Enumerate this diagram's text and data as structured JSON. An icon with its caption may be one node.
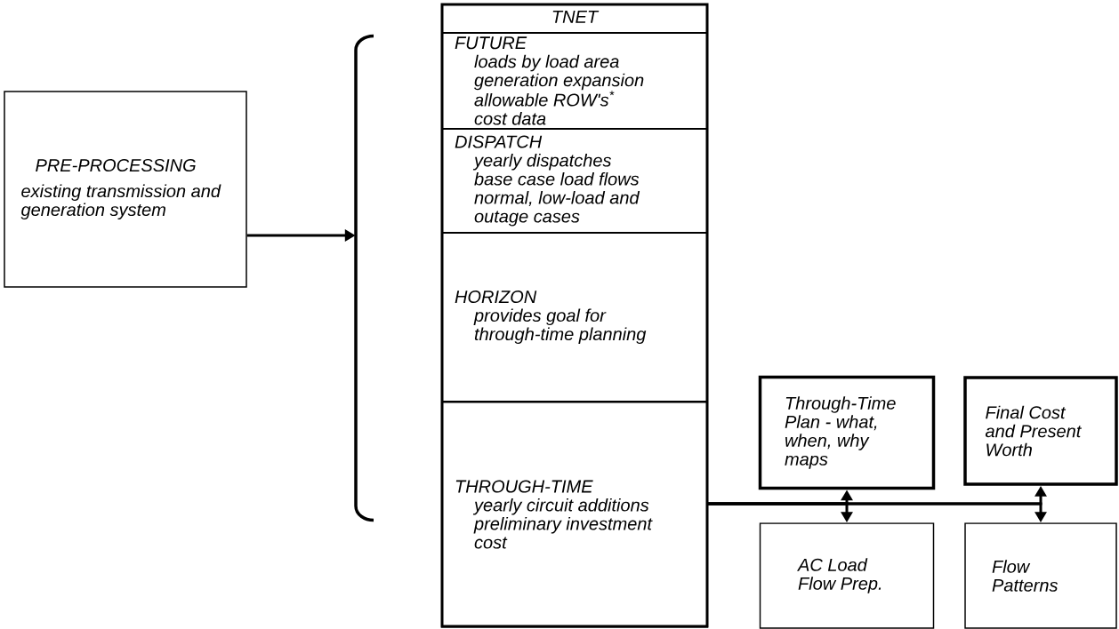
{
  "diagram": {
    "nodes": [
      {
        "text": [
          "PRE-PROCESSING",
          "existing transmission and generation system"
        ]
      },
      {
        "text": [],
        "shape": "bracket"
      },
      {
        "text": [
          "TNET"
        ]
      },
      {
        "text": [
          "FUTURE",
          "loads by load area",
          "generation expansion",
          "allowable ROW's$^{*}$",
          "cost data"
        ],
        "in": 2
      },
      {
        "text": [
          "DISPATCH",
          "yearly dispatches",
          "base case load flows",
          "normal, low-load and outage cases"
        ],
        "in": 2
      },
      {
        "text": [
          "HORIZON",
          "provides goal for through-time planning"
        ],
        "in": 2
      },
      {
        "text": [
          "THROUGH-TIME",
          "yearly circuit additions",
          "preliminary investment cost"
        ],
        "in": 2
      },
      {
        "text": [
          "Through-Time Plan - what, when, why maps"
        ]
      },
      {
        "text": [
          "Final Cost and Present Worth"
        ]
      },
      {
        "text": [
          "AC Load Flow Prep."
        ]
      },
      {
        "text": [
          "Flow Patterns"
        ]
      }
    ],
    "edges": [
      {
        "from": 0,
        "to": 1,
        "arrow": "to"
      },
      {
        "from": 6,
        "to": 7,
        "arrow": "to"
      },
      {
        "from": 6,
        "to": 8,
        "arrow": "to"
      },
      {
        "from": 6,
        "to": 9,
        "arrow": "to"
      },
      {
        "from": 6,
        "to": 10,
        "arrow": "to"
      }
    ]
  }
}
